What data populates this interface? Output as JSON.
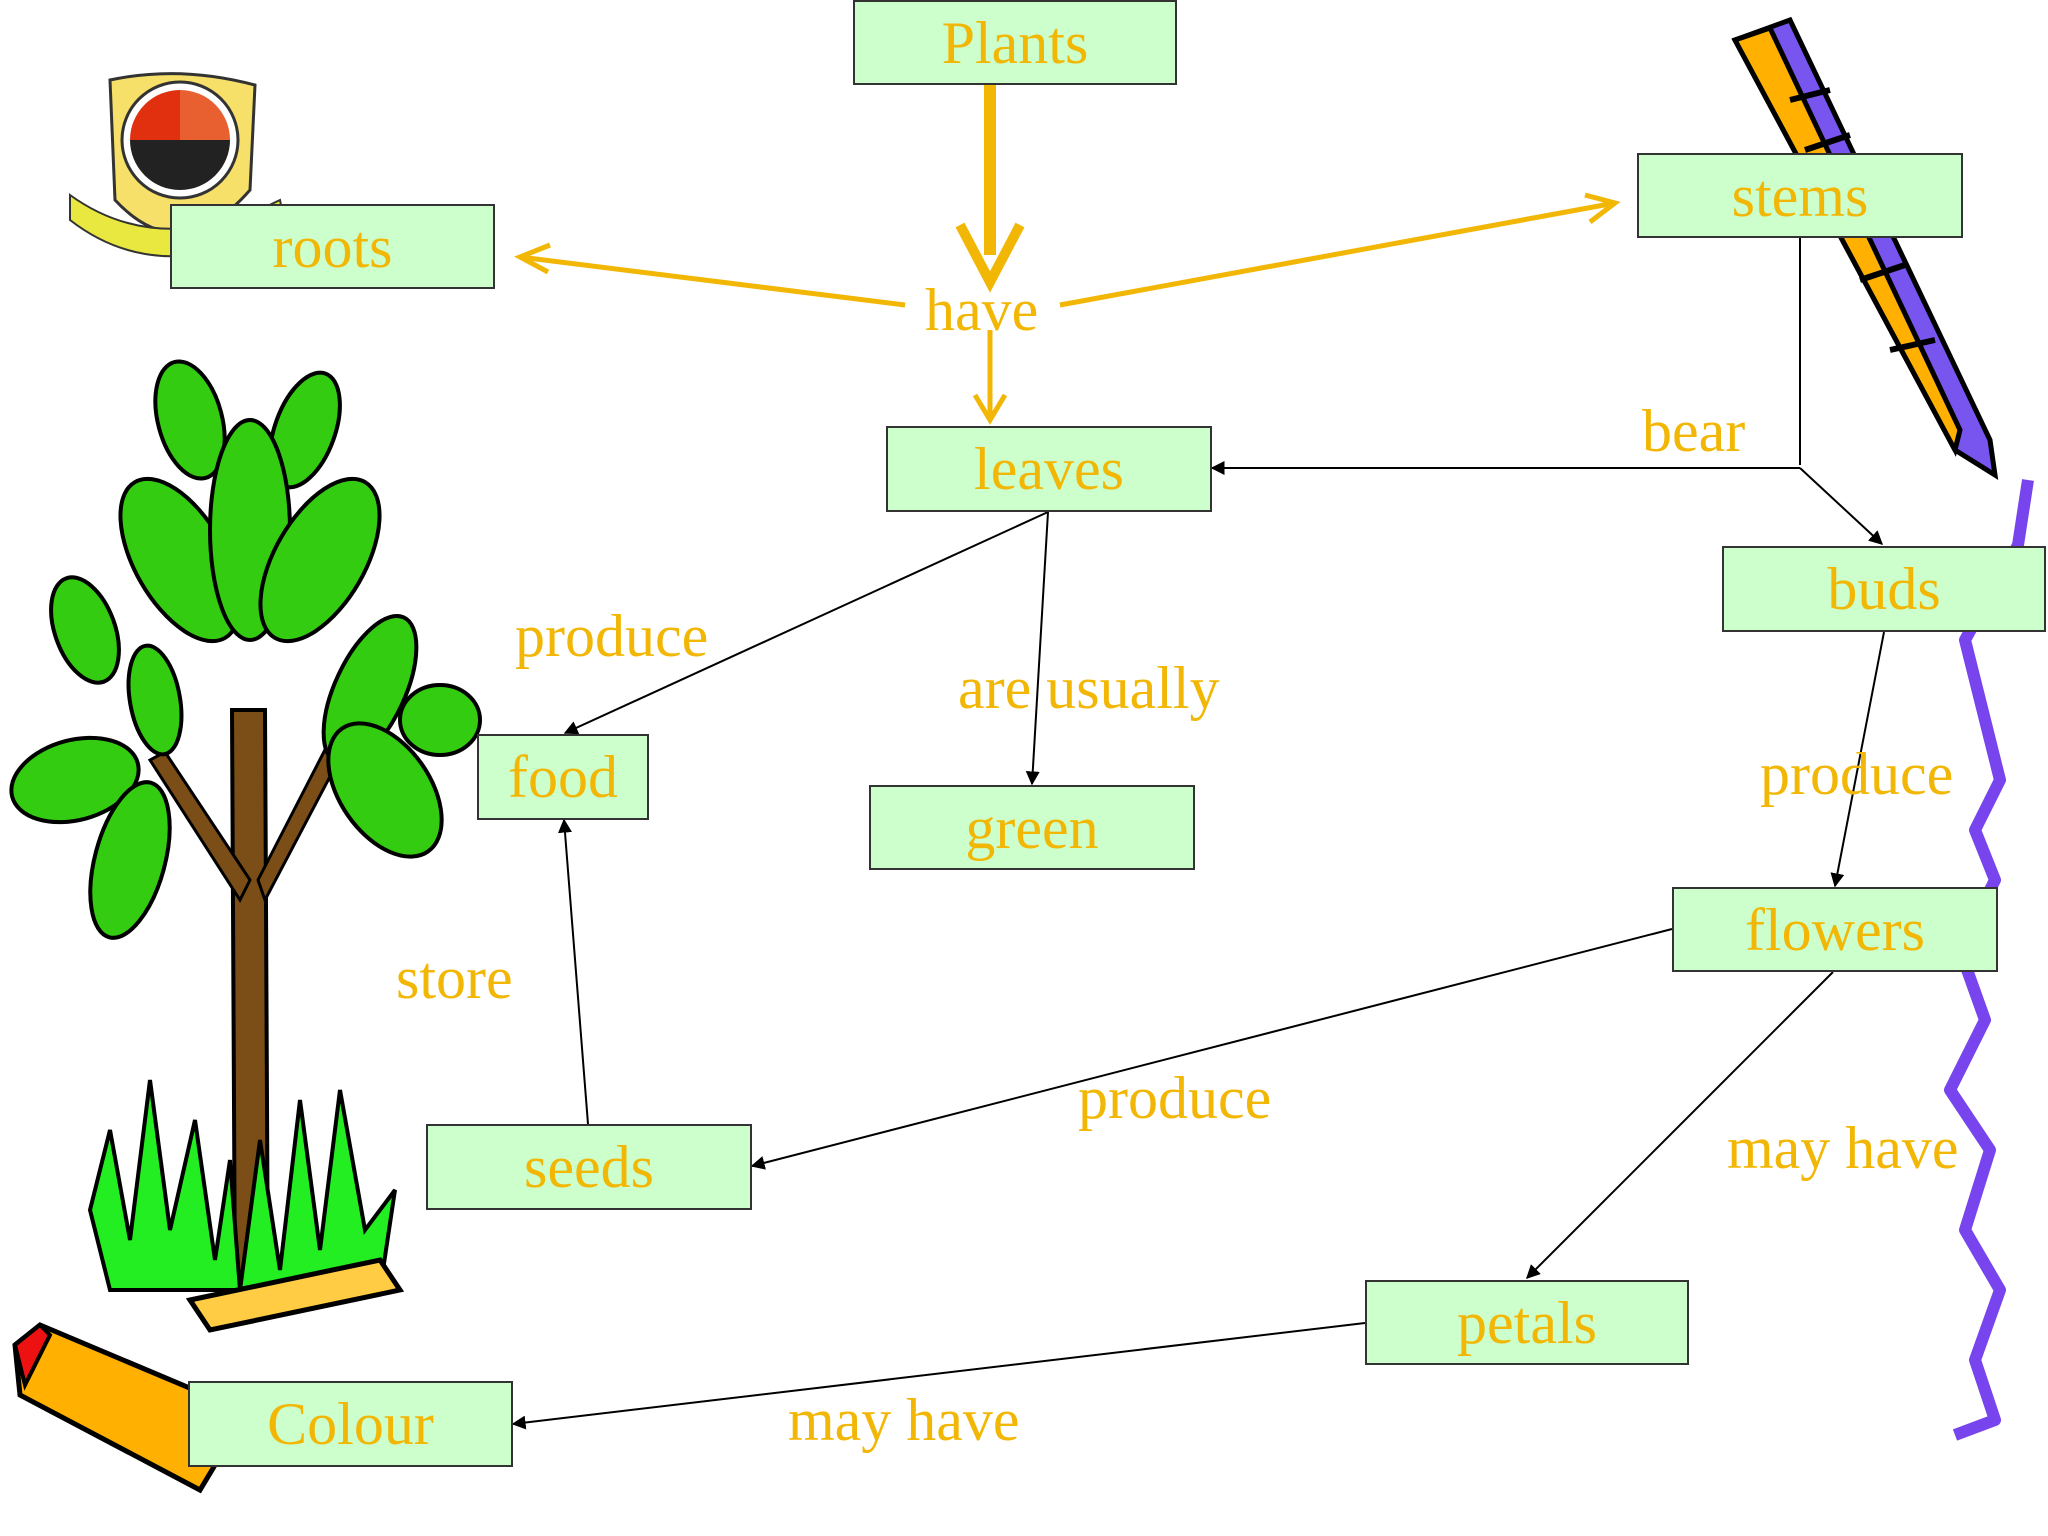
{
  "colors": {
    "accent": "#f2b705",
    "node_fill": "#ccffcc",
    "node_border": "#333333",
    "connector": "#000000",
    "leaf": "#33cc11",
    "trunk": "#7a4e16",
    "pencil": "#ffb000",
    "border_line": "#7744ee"
  },
  "nodes": {
    "plants": "Plants",
    "roots": "roots",
    "stems": "stems",
    "leaves": "leaves",
    "buds": "buds",
    "food": "food",
    "green": "green",
    "flowers": "flowers",
    "seeds": "seeds",
    "petals": "petals",
    "colour": "Colour"
  },
  "links": {
    "have": "have",
    "bear": "bear",
    "produce_food": "produce",
    "are_usually": "are usually",
    "produce_flowers": "produce",
    "store": "store",
    "produce_seeds": "produce",
    "may_have_petals": "may have",
    "may_have_colour": "may have"
  },
  "clipart": [
    "university-crest-icon",
    "tree-icon",
    "pencil-icon",
    "crayon-icon",
    "purple-wavy-line"
  ]
}
